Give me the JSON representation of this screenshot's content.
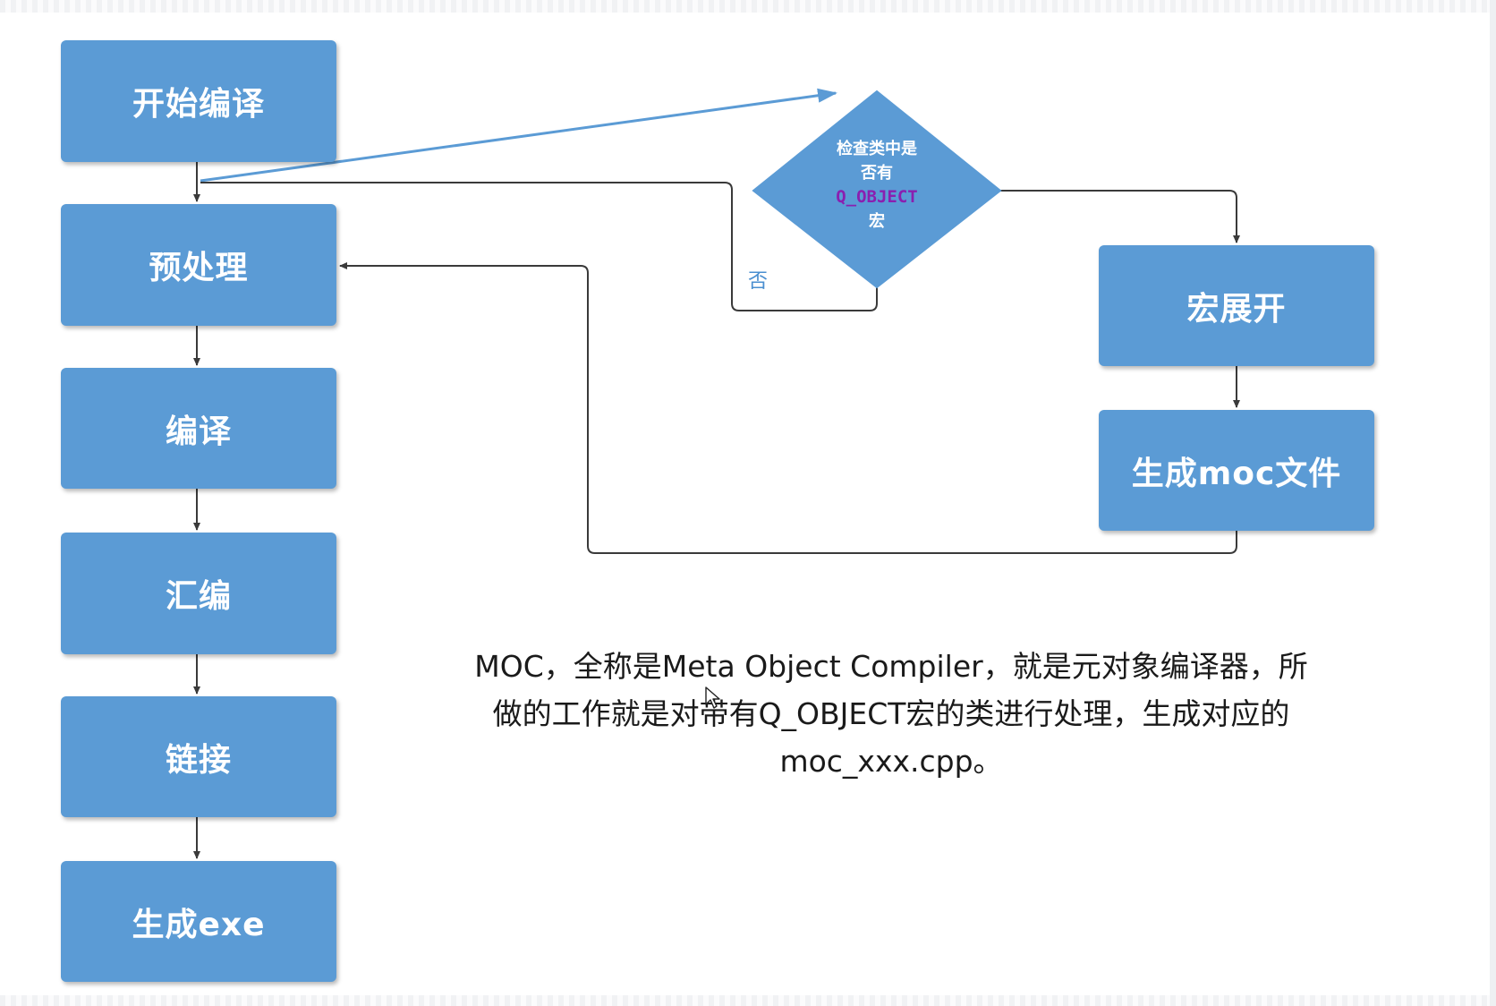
{
  "flowchart": {
    "main_steps": [
      "开始编译",
      "预处理",
      "编译",
      "汇编",
      "链接",
      "生成exe"
    ],
    "decision": {
      "line1": "检查类中是",
      "line2": "否有",
      "macro": "Q_OBJECT",
      "line4": "宏"
    },
    "no_label": "否",
    "branch_steps": [
      "宏展开",
      "生成moc文件"
    ]
  },
  "description": {
    "line1": "MOC，全称是Meta Object Compiler，就是元对象编译器，所",
    "line2": "做的工作就是对带有Q_OBJECT宏的类进行处理，生成对应的",
    "line3": "moc_xxx.cpp。"
  },
  "colors": {
    "box_fill": "#5b9bd5",
    "box_text": "#ffffff",
    "macro_text": "#8a1fb0",
    "connector": "#3a3a3a",
    "blue_arrow": "#5b9bd5"
  }
}
